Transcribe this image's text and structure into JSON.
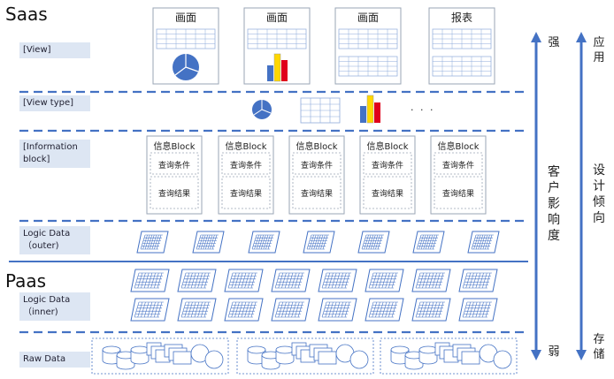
{
  "layers": {
    "saas": "Saas",
    "paas": "Paas"
  },
  "rows": {
    "view": "[View]",
    "view_type": "[View type]",
    "information_block": "[Information block]",
    "logic_outer": "Logic Data （outer)",
    "logic_inner": "Logic Data （inner)",
    "raw": "Raw Data"
  },
  "screens": [
    "画面",
    "画面",
    "画面",
    "报表"
  ],
  "ellipsis": "· · ·",
  "blocks": {
    "title": "信息Block",
    "condition": "查询条件",
    "result": "查询结果",
    "count": 5
  },
  "axes": {
    "influence": {
      "top": "强",
      "label": "客户影响度",
      "bottom": "弱"
    },
    "design": {
      "top": "应用",
      "label": "设计倾向",
      "bottom": "存储"
    }
  },
  "colors": {
    "dash": "#4472c4",
    "label_bg": "#dde6f3",
    "arrow": "#4472c4",
    "pie": "#4472c4",
    "bar_blue": "#4472c4",
    "bar_yellow": "#ffd700",
    "bar_red": "#e0001b",
    "grid": "#4472c4"
  }
}
